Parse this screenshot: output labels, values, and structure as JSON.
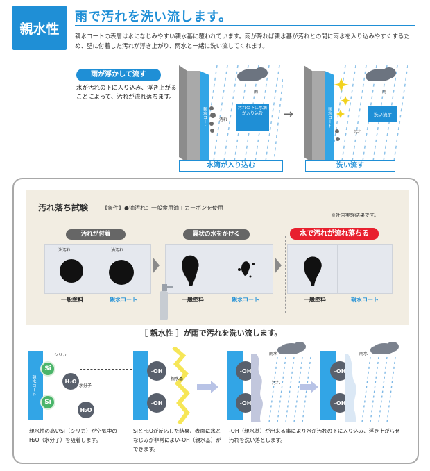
{
  "header": {
    "badge": "親水性",
    "title": "雨で汚れを洗い流します。",
    "lead": "親水コートの表層は水になじみやすい親水基に覆われています。雨が降れば親水基が汚れとの間に雨水を入り込みやすくするため、壁に付着した汚れが浮き上がり、雨水と一緒に洗い流してくれます。"
  },
  "section1": {
    "pill": "雨が浮かして流す",
    "desc": "水が汚れの下に入り込み、浮き上がることによって、汚れが流れ落ちます。",
    "diagram1": {
      "coat": "親水コート",
      "rain": "雨",
      "dirt": "汚れ",
      "box": "汚れの下に水滴が入り込む",
      "caption": "水滴が入り込む"
    },
    "diagram2": {
      "coat": "親水コート",
      "rain": "雨",
      "dirt": "汚れ",
      "box": "洗い流す",
      "caption": "洗い流す"
    }
  },
  "test": {
    "title": "汚れ落ち試験",
    "condition": "【条件】●油汚れ：一般食用油＋カーボンを使用",
    "note": "※社内実験結果です。",
    "stages": [
      {
        "label": "汚れが付着"
      },
      {
        "label": "霧状の水をかける"
      },
      {
        "label": "水で汚れが流れ落ちる"
      }
    ],
    "plate_tag": "油汚れ",
    "captions": [
      "一般塗料",
      "親水コート",
      "一般塗料",
      "親水コート",
      "一般塗料",
      "親水コート"
    ]
  },
  "mechanism": {
    "title": "［ 親水性 ］が雨で汚れを洗い流します。",
    "coat": "親水コート",
    "si": "Si",
    "h2o": "H₂O",
    "oh": "-OH",
    "silica": "シリカ",
    "water_molecule": "水分子",
    "hydrophilic_group": "親水基",
    "rain": "雨水",
    "dirt": "汚れ",
    "desc1": "親水性の高いSi（シリカ）が空気中のH₂O（水分子）を吸着します。",
    "desc2": "SiとH₂Oが反応した結果、表面に水となじみが非常によい-OH（親水基）ができます。",
    "desc3": "-OH（親水基）が出来る事により水が汚れの下に入り込み、浮き上がらせ汚れを洗い落とします。"
  },
  "colors": {
    "accent": "#1f8fd6",
    "red": "#e8202e",
    "green": "#4ab56a"
  }
}
